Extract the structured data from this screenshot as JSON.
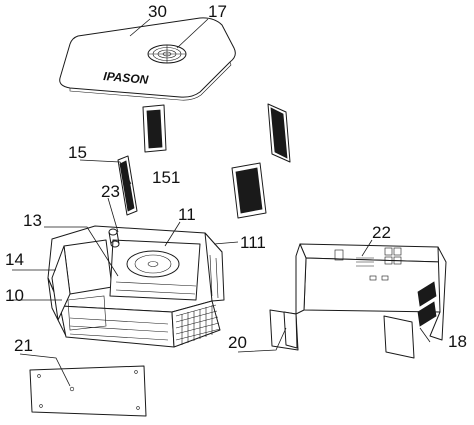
{
  "labels": {
    "l30": "30",
    "l17": "17",
    "l15": "15",
    "l151": "151",
    "l23": "23",
    "l11": "11",
    "l13": "13",
    "l111": "111",
    "l22": "22",
    "l14": "14",
    "l10": "10",
    "l20": "20",
    "l18": "18",
    "l21": "21"
  },
  "brand_text": "IPASON"
}
